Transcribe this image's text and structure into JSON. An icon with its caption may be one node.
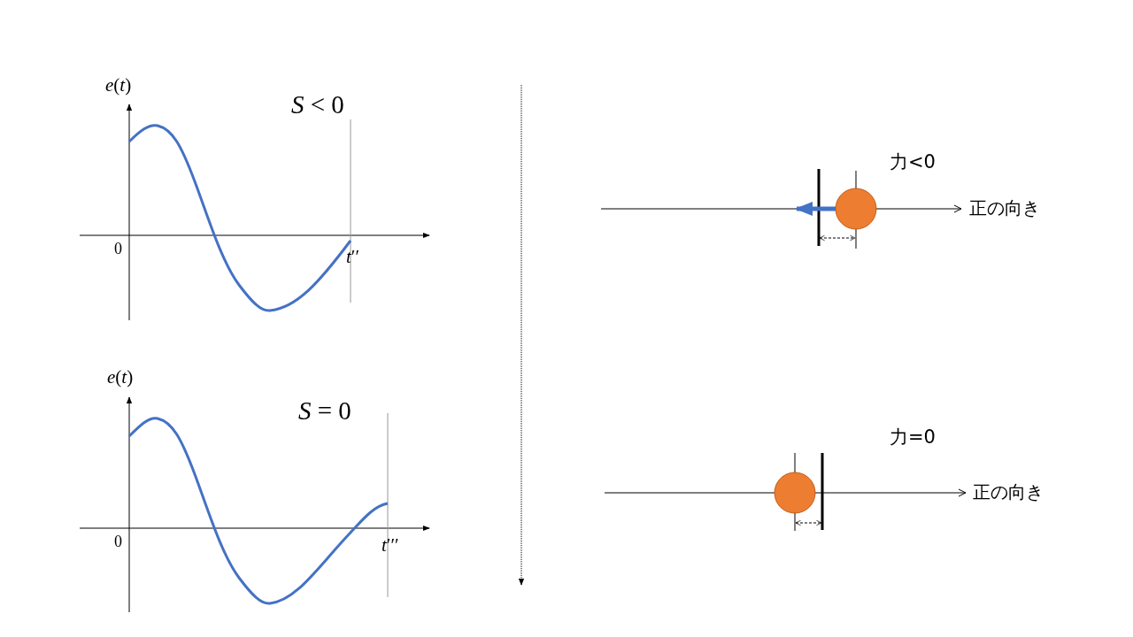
{
  "diagram": {
    "labels": [
      "*e*(*t*)",
      "*S* < 0",
      "0",
      "*t*′′",
      "*e*(*t*)",
      "*S* = 0",
      "0",
      "*t*′′′",
      "力<0",
      "正の向き",
      "力=0",
      "正の向き"
    ]
  }
}
